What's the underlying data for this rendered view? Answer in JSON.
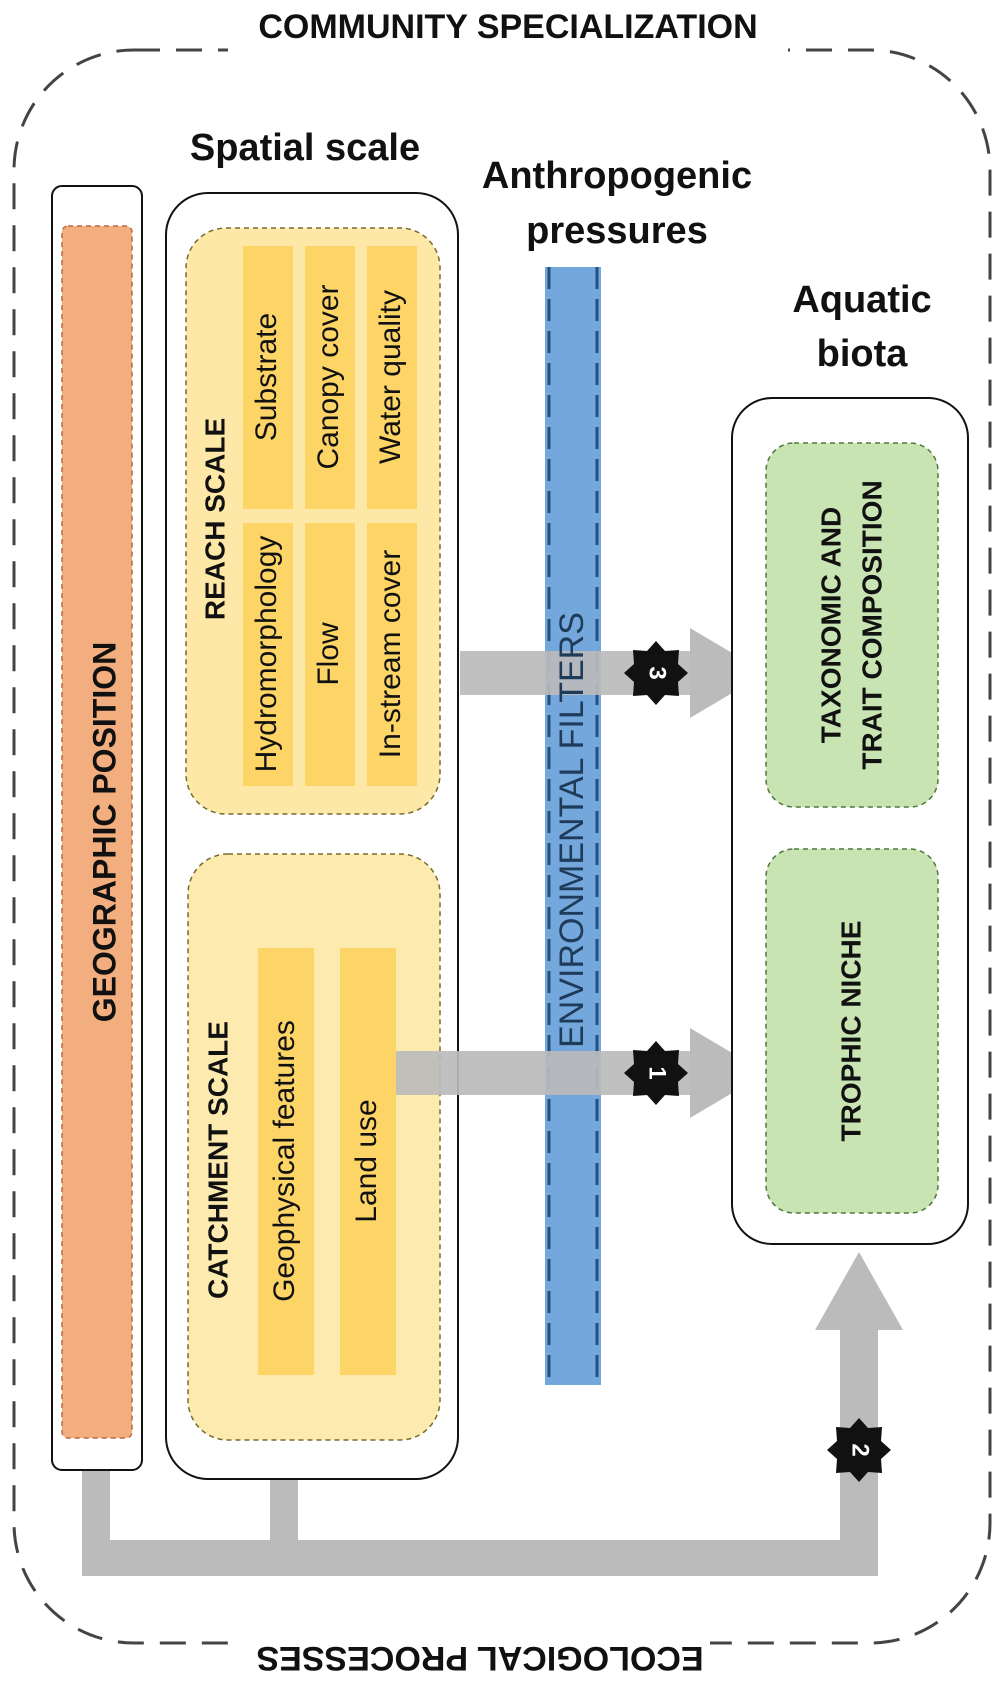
{
  "title_top": "COMMUNITY SPECIALIZATION",
  "title_bottom": "ECOLOGICAL PROCESSES",
  "spatial_scale": {
    "heading": "Spatial scale"
  },
  "anthropogenic": {
    "heading_line1": "Anthropogenic",
    "heading_line2": "pressures",
    "filter_label": "ENVIRONMENTAL FILTERS"
  },
  "aquatic": {
    "heading_line1": "Aquatic",
    "heading_line2": "biota",
    "taxonomic_line1": "TAXONOMIC AND",
    "taxonomic_line2": "TRAIT COMPOSITION",
    "trophic": "TROPHIC NICHE"
  },
  "geographic": {
    "label": "GEOGRAPHIC POSITION"
  },
  "reach": {
    "label": "REACH SCALE",
    "factors": [
      "Substrate",
      "Canopy cover",
      "Water quality",
      "Hydromorphology",
      "Flow",
      "In-stream cover"
    ]
  },
  "catchment": {
    "label": "CATCHMENT SCALE",
    "factors": [
      "Geophysical features",
      "Land use"
    ]
  },
  "badges": [
    "3",
    "1",
    "2"
  ],
  "colors": {
    "geographic_fill": "#f3ae7f",
    "reach_fill": "#fde8a8",
    "catchment_fill": "#fdeaaf",
    "factor_fill": "#fdd567",
    "env_filter_fill": "#74a8dc",
    "env_filter_dash": "#24507d",
    "biota_fill": "#c9e4b3",
    "arrow_fill": "#bbbbbb",
    "badge_fill": "#111111"
  }
}
